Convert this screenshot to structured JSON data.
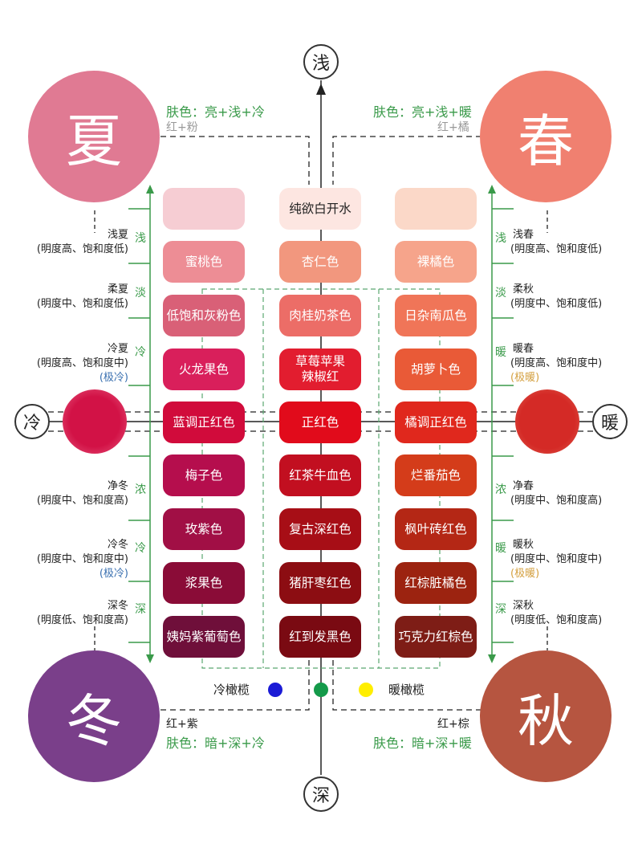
{
  "axis": {
    "top": "浅",
    "bottom": "深",
    "left": "冷",
    "right": "暖"
  },
  "seasons": {
    "summer": {
      "char": "夏",
      "color": "#e07a93",
      "skin": "肤色：亮+浅+冷",
      "mix": "红+粉"
    },
    "spring": {
      "char": "春",
      "color": "#f08070",
      "skin": "肤色：亮+浅+暖",
      "mix": "红+橘"
    },
    "winter": {
      "char": "冬",
      "color": "#7a3f8a",
      "skin": "肤色：暗+深+冷",
      "mix": "红+紫"
    },
    "autumn": {
      "char": "秋",
      "color": "#b65540",
      "skin": "肤色：暗+深+暖",
      "mix": "红+棕"
    }
  },
  "swatches": {
    "cool": "#d21246",
    "warm": "#d42a26"
  },
  "tones": [
    [
      {
        "label": "",
        "color": "#f6cdd3"
      },
      {
        "label": "纯欲白开水",
        "color": "#fde6e1",
        "dark": true
      },
      {
        "label": "",
        "color": "#fbd8c8"
      }
    ],
    [
      {
        "label": "蜜桃色",
        "color": "#ed8d95"
      },
      {
        "label": "杏仁色",
        "color": "#f2977e"
      },
      {
        "label": "裸橘色",
        "color": "#f6a48b"
      }
    ],
    [
      {
        "label": "低饱和灰粉色",
        "color": "#d96077"
      },
      {
        "label": "肉桂奶茶色",
        "color": "#ec6d67"
      },
      {
        "label": "日杂南瓜色",
        "color": "#f07558"
      }
    ],
    [
      {
        "label": "火龙果色",
        "color": "#d91f5b"
      },
      {
        "label": "草莓苹果 辣椒红",
        "color": "#e21d2f"
      },
      {
        "label": "胡萝卜色",
        "color": "#e95a37"
      }
    ],
    [
      {
        "label": "蓝调正红色",
        "color": "#d10b3b"
      },
      {
        "label": "正红色",
        "color": "#e10b1b"
      },
      {
        "label": "橘调正红色",
        "color": "#e0281d"
      }
    ],
    [
      {
        "label": "梅子色",
        "color": "#b50e4d"
      },
      {
        "label": "红茶牛血色",
        "color": "#c20f20"
      },
      {
        "label": "烂番茄色",
        "color": "#d43c1a"
      }
    ],
    [
      {
        "label": "玫紫色",
        "color": "#a10f45"
      },
      {
        "label": "复古深红色",
        "color": "#a70e16"
      },
      {
        "label": "枫叶砖红色",
        "color": "#b42715"
      }
    ],
    [
      {
        "label": "浆果色",
        "color": "#8a0c37"
      },
      {
        "label": "猪肝枣红色",
        "color": "#8c0d12"
      },
      {
        "label": "红棕脏橘色",
        "color": "#9c2310"
      }
    ],
    [
      {
        "label": "姨妈紫葡萄色",
        "color": "#6f0f3a"
      },
      {
        "label": "红到发黑色",
        "color": "#7a0a12"
      },
      {
        "label": "巧克力红棕色",
        "color": "#7e1d16"
      }
    ]
  ],
  "left_groups": [
    {
      "name": "浅夏",
      "desc": "(明度高、饱和度低)",
      "key": "浅",
      "extra": ""
    },
    {
      "name": "柔夏",
      "desc": "(明度中、饱和度低)",
      "key": "淡",
      "extra": ""
    },
    {
      "name": "冷夏",
      "desc": "(明度高、饱和度中)",
      "key": "冷",
      "extra": "(极冷)"
    },
    {
      "name": "净冬",
      "desc": "(明度中、饱和度高)",
      "key": "浓",
      "extra": ""
    },
    {
      "name": "冷冬",
      "desc": "(明度中、饱和度中)",
      "key": "冷",
      "extra": "(极冷)"
    },
    {
      "name": "深冬",
      "desc": "(明度低、饱和度高)",
      "key": "深",
      "extra": ""
    }
  ],
  "right_groups": [
    {
      "name": "浅春",
      "desc": "(明度高、饱和度低)",
      "key": "浅",
      "extra": ""
    },
    {
      "name": "柔秋",
      "desc": "(明度中、饱和度低)",
      "key": "淡",
      "extra": ""
    },
    {
      "name": "暖春",
      "desc": "(明度高、饱和度中)",
      "key": "暖",
      "extra": "(极暖)"
    },
    {
      "name": "净春",
      "desc": "(明度中、饱和度高)",
      "key": "浓",
      "extra": ""
    },
    {
      "name": "暖秋",
      "desc": "(明度中、饱和度中)",
      "key": "暖",
      "extra": "(极暖)"
    },
    {
      "name": "深秋",
      "desc": "(明度低、饱和度高)",
      "key": "深",
      "extra": ""
    }
  ],
  "olive": {
    "cool": "冷橄榄",
    "warm": "暖橄榄",
    "colors": [
      "#1b1bd6",
      "#149a4a",
      "#ffee00"
    ]
  }
}
